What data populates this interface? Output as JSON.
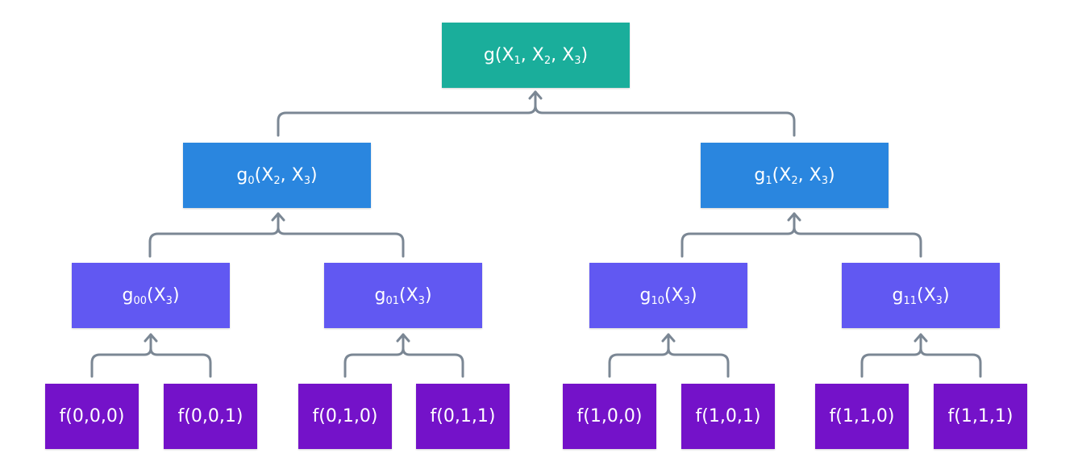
{
  "colors": {
    "root": "#1aae9b",
    "level1": "#2a86df",
    "level2": "#6158f2",
    "leaf": "#7412c9",
    "connector": "#7b8794"
  },
  "nodes": {
    "root": {
      "name": "g",
      "sub": "",
      "args": [
        "X",
        "1",
        "X",
        "2",
        "X",
        "3"
      ]
    },
    "g0": {
      "name": "g",
      "sub": "0"
    },
    "g1": {
      "name": "g",
      "sub": "1"
    },
    "g00": {
      "name": "g",
      "sub": "00"
    },
    "g01": {
      "name": "g",
      "sub": "01"
    },
    "g10": {
      "name": "g",
      "sub": "10"
    },
    "g11": {
      "name": "g",
      "sub": "11"
    }
  },
  "arg_var": "X",
  "arg_sub_2": "2",
  "arg_sub_3": "3",
  "leaves": [
    "f(0,0,0)",
    "f(0,0,1)",
    "f(0,1,0)",
    "f(0,1,1)",
    "f(1,0,0)",
    "f(1,0,1)",
    "f(1,1,0)",
    "f(1,1,1)"
  ]
}
